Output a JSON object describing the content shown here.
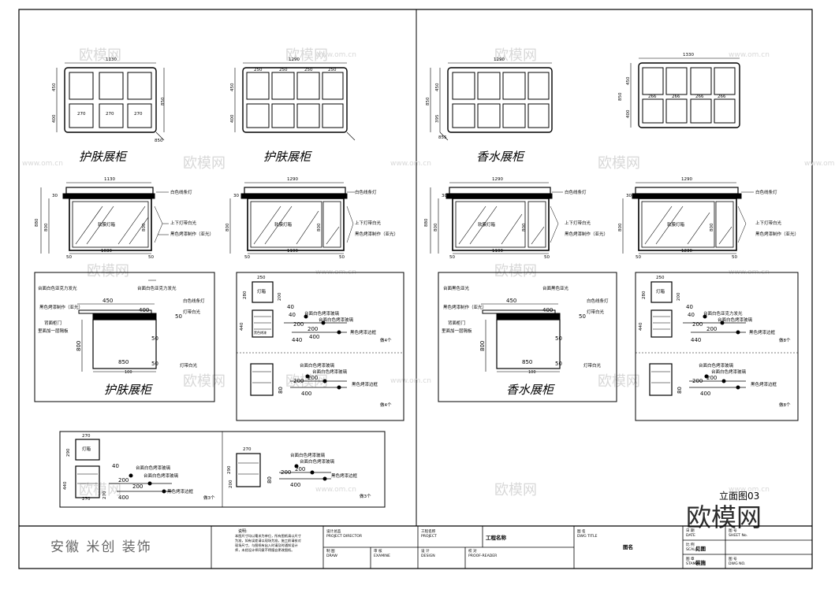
{
  "drawing": {
    "titles": {
      "skin_top_1": "护肤展柜",
      "skin_top_2": "护肤展柜",
      "perfume_top": "香水展柜",
      "skin_section": "护肤展柜",
      "perfume_section": "香水展柜"
    },
    "elevation_label": "立面图03",
    "watermark_text": "欧模网",
    "watermark_url": "www.om.cn",
    "watermark_big": "欧模网",
    "company": "安徽 米创 装饰"
  },
  "plans": {
    "p1": {
      "width": "1130",
      "h1": "450",
      "h2": "400",
      "total": "850",
      "c1": "270",
      "c2": "270",
      "c3": "270",
      "depth": "850"
    },
    "p2": {
      "width": "1290",
      "h1": "450",
      "h2": "400",
      "c1": "250",
      "c2": "250",
      "c3": "250",
      "c4": "250"
    },
    "p3": {
      "width": "1290",
      "h1": "450",
      "h2": "395",
      "total": "850",
      "depth": "855"
    },
    "p4": {
      "width": "1330",
      "h1": "450",
      "h2": "400",
      "total": "850",
      "c1": "266",
      "c2": "266",
      "c3": "266",
      "c4": "266"
    }
  },
  "elevations": {
    "e1": {
      "width": "1130",
      "inner": "1030",
      "label": "软膜灯箱",
      "top": "30",
      "h1": "880",
      "h2": "800",
      "h3": "800",
      "side": "50",
      "callouts": [
        "白色线条灯",
        "上下灯带白光",
        "黑色烤漆制作（亚光）"
      ]
    },
    "e2": {
      "width": "1290",
      "inner": "1190",
      "label": "软膜灯箱",
      "top": "30",
      "h1": "880",
      "h2": "800",
      "h3": "800",
      "side": "50",
      "callouts": [
        "白色线条灯",
        "上下灯带白光",
        "黑色烤漆制作（亚光）"
      ]
    },
    "e3": {
      "width": "1290",
      "inner": "1190",
      "label": "软膜灯箱",
      "top": "30",
      "h1": "880",
      "h2": "800",
      "h3": "800",
      "side": "50",
      "callouts": [
        "白色线条灯",
        "上下灯带白光",
        "黑色烤漆制作（亚光）"
      ]
    },
    "e4": {
      "width": "1290",
      "inner": "1230",
      "label": "软膜灯箱",
      "top": "30",
      "h1": "880",
      "h2": "800",
      "h3": "800",
      "side": "50",
      "callouts": [
        "白色线条灯",
        "上下灯带白光",
        "黑色烤漆制作（亚光）"
      ]
    }
  },
  "sections": {
    "s1": {
      "top_note": "台面白色亚克力发光",
      "top2": "台面白色亚克力发光",
      "dim450": "450",
      "dim400": "400",
      "strip": "白色线条灯",
      "black": "黑色烤漆制作（亚光）",
      "led": "灯带白光",
      "back": "背面柜门",
      "inside": "里面加一层隔板",
      "d50a": "50",
      "d50b": "50",
      "d50c": "50",
      "d800": "800",
      "d850": "850",
      "d100": "100",
      "bottom_led": "灯带白光"
    },
    "s2": {
      "top_note": "台面黑色亚光",
      "top2": "台面黑色亚光",
      "dim450": "450",
      "dim400": "400",
      "strip": "白色线条灯",
      "black": "黑色烤漆制作（亚光）",
      "led": "灯带白光",
      "back": "背面柜门",
      "inside": "里面加一层隔板",
      "d50a": "50",
      "d50b": "50",
      "d50c": "50",
      "d800": "800",
      "d850": "850",
      "d100": "100",
      "bottom_led": "灯带白光"
    }
  },
  "details": {
    "d1": {
      "w250": "250",
      "lamp": "灯箱",
      "h200": "200",
      "h280": "280",
      "h440": "440",
      "d40": "40",
      "d40b": "40",
      "d200a": "200",
      "d200b": "200",
      "d400": "400",
      "d440": "440",
      "n1": "台面白色烤漆玻璃",
      "n2": "台面白色烤漆玻璃",
      "n3": "黑色烤漆边框",
      "brand": "黑色烤漆",
      "count": "做4个"
    },
    "d2": {
      "h80": "80",
      "d200a": "200",
      "d200b": "200",
      "d400": "400",
      "n1": "台面白色烤漆玻璃",
      "n2": "台面白色烤漆玻璃",
      "n3": "黑色烤漆边框",
      "count": "做4个"
    },
    "d3": {
      "w250": "250",
      "lamp": "灯箱",
      "h200": "200",
      "h280": "280",
      "h440": "440",
      "d40": "40",
      "d40b": "40",
      "d200a": "200",
      "d200b": "200",
      "d440": "440",
      "n1": "台面白色亚克力发光",
      "n2": "台面白色烤漆玻璃",
      "n3": "黑色烤漆边框",
      "count": "做8个"
    },
    "d4": {
      "h80": "80",
      "d200a": "200",
      "d200b": "200",
      "d400": "400",
      "n1": "台面白色烤漆玻璃",
      "n2": "台面白色烤漆玻璃",
      "n3": "黑色烤漆边框",
      "count": "做8个"
    },
    "d5": {
      "w270": "270",
      "lamp": "灯箱",
      "h290": "290",
      "h440": "440",
      "h270": "270",
      "w270b": "270",
      "d40": "40",
      "d200a": "200",
      "d200b": "200",
      "d400": "400",
      "n1": "台面白色烤漆玻璃",
      "n2": "台面白色烤漆玻璃",
      "n3": "黑色烤漆边框",
      "count": "做3个"
    },
    "d6": {
      "w270": "270",
      "h290": "290",
      "h200": "200",
      "h80": "80",
      "d200a": "200",
      "d200b": "200",
      "d400": "400",
      "n1": "台面白色烤漆玻璃",
      "n2": "台面白色烤漆玻璃",
      "n3": "黑色烤漆边框",
      "count": "做3个"
    }
  },
  "title_block": {
    "note_head": "说明:",
    "note_body": "本图尺寸均以毫米为单位，所有图纸请以尺寸为准，如有误差请以现场为准，施工前请核对现场尺寸，与图纸有出入时请及时通知设计师，未经设计师同意不得擅自更改图纸。",
    "director_cn": "设计总监",
    "director_en": "PROJECT DIRECTOR",
    "draw_cn": "制 图",
    "draw_en": "DRAW",
    "examine_cn": "审 核",
    "examine_en": "EXAMINE",
    "project_cn": "工程名称",
    "project_en": "PROJECT",
    "project_val": "工程名称",
    "design_cn": "设 计",
    "design_en": "DESIGN",
    "proof_cn": "校 对",
    "proof_en": "PROOF-READER",
    "dwg_cn": "图 名",
    "dwg_en": "DWG TITLE",
    "dwg_val": "图名",
    "date_cn": "日 期",
    "date_en": "DATE",
    "scale_cn": "比 例",
    "scale_en": "SCALE",
    "scale_val": "见图",
    "stamp_cn": "图 章",
    "stamp_en": "STAMP",
    "stamp_val": "装施",
    "sheet_cn": "图 号",
    "sheet_en": "SHEET No.",
    "dwgno_cn": "图 号",
    "dwgno_en": "DWG NO."
  }
}
